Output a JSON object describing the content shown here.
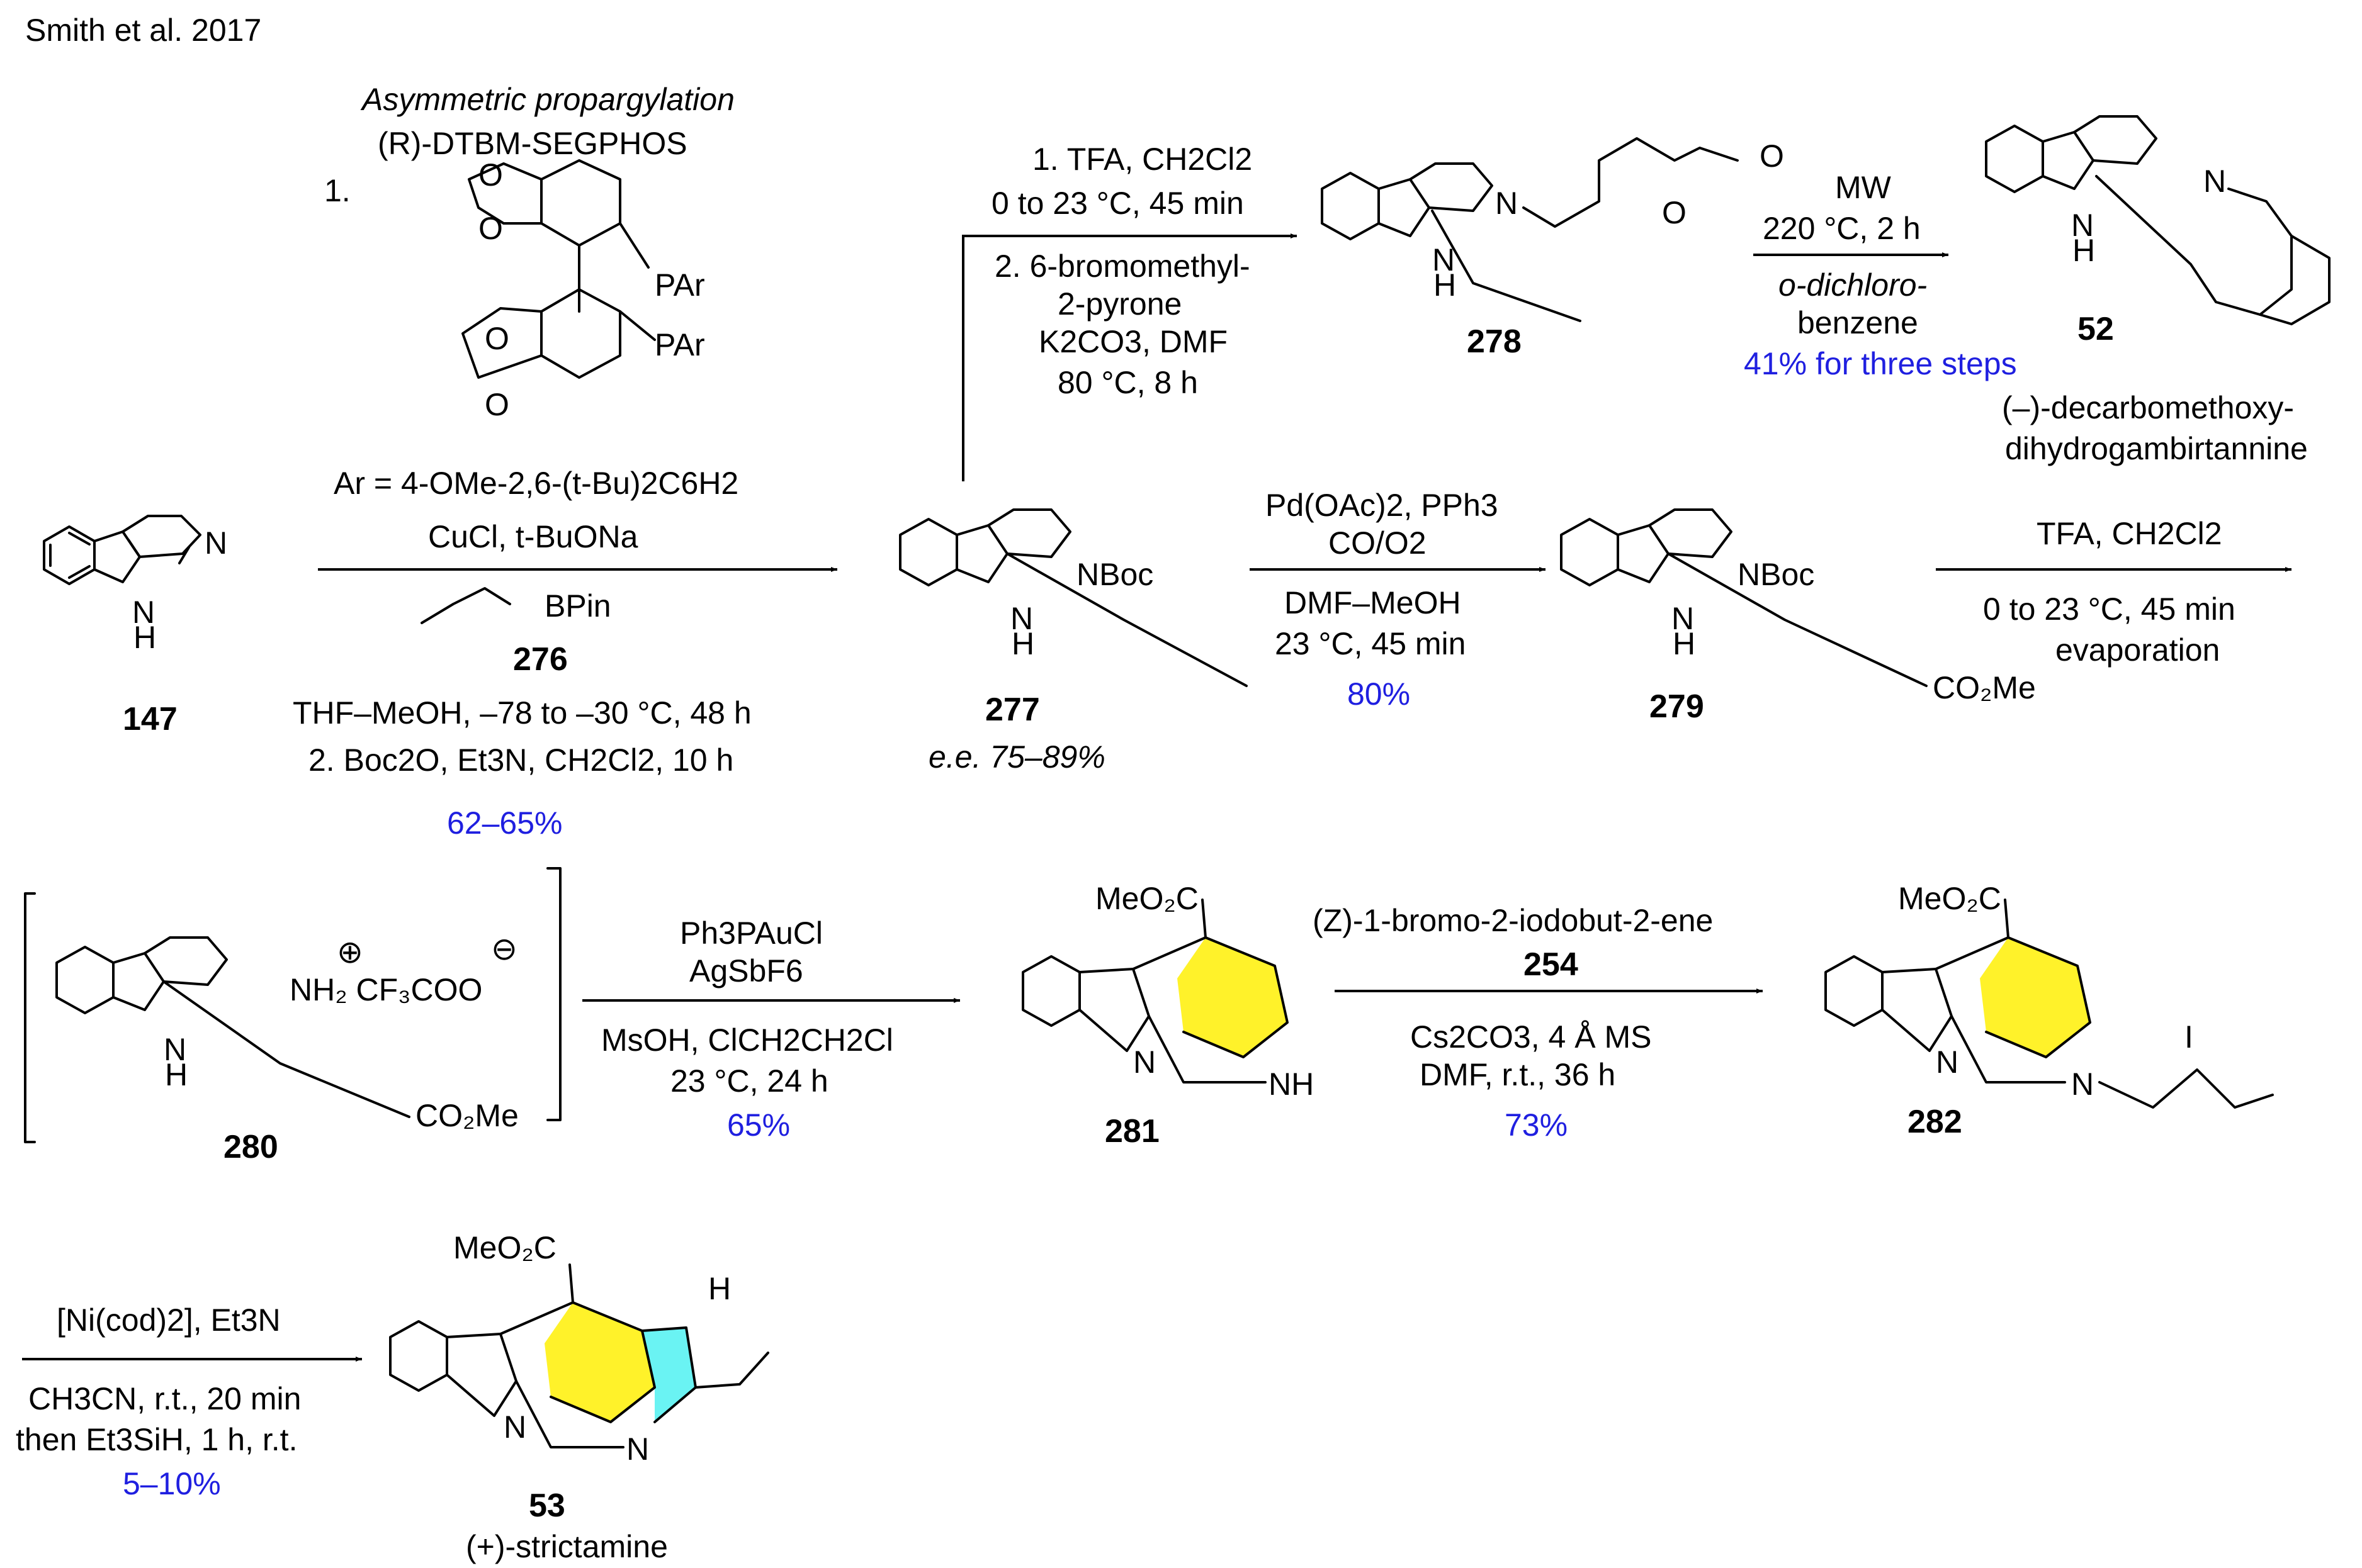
{
  "header": {
    "authors": "Smith et al.",
    "year": "2017"
  },
  "compounds": {
    "c147": "147",
    "c276": "276",
    "c277": "277",
    "c278": "278",
    "c52": "52",
    "c279": "279",
    "c280": "280",
    "c281": "281",
    "c282": "282",
    "c53": "53",
    "c254": "254"
  },
  "names": {
    "n52_line1": "(–)-decarbomethoxy-",
    "n52_line2": "dihydrogambirtannine",
    "n53": "(+)-strictamine",
    "ee277": "e.e. 75–89%"
  },
  "step1": {
    "title": "Asymmetric propargylation",
    "ligand": "(R)-DTBM-SEGPHOS",
    "num": "1.",
    "ar_def": "Ar = 4-OMe-2,6-(t-Bu)2C6H2",
    "base": "CuCl, t-BuONa",
    "bpin": "BPin",
    "solvent": "THF–MeOH, –78 to –30 °C, 48 h",
    "boc": "2. Boc2O, Et3N, CH2Cl2, 10 h",
    "yield": "62–65%"
  },
  "step278": {
    "l1": "1. TFA, CH2Cl2",
    "l2": "0 to 23 °C, 45 min",
    "l3": "2. 6-bromomethyl-",
    "l4": "2-pyrone",
    "l5": "K2CO3, DMF",
    "l6": "80 °C, 8 h"
  },
  "step52": {
    "l1": "MW",
    "l2": "220 °C, 2 h",
    "l3": "o-dichloro-",
    "l4": "benzene",
    "yield": "41% for three steps"
  },
  "step279": {
    "l1": "Pd(OAc)2, PPh3",
    "l2": "CO/O2",
    "l3": "DMF–MeOH",
    "l4": "23 °C, 45 min",
    "yield": "80%"
  },
  "step280": {
    "l1": "TFA, CH2Cl2",
    "l2": "0 to 23 °C, 45 min",
    "l3": "evaporation"
  },
  "step281": {
    "l1": "Ph3PAuCl",
    "l2": "AgSbF6",
    "l3": "MsOH, ClCH2CH2Cl",
    "l4": "23 °C, 24 h",
    "yield": "65%"
  },
  "step282": {
    "l1": "(Z)-1-bromo-2-iodobut-2-ene",
    "l3": "Cs2CO3, 4 Å MS",
    "l4": "DMF, r.t., 36 h",
    "yield": "73%"
  },
  "step53": {
    "l1": "[Ni(cod)2], Et3N",
    "l2": "CH3CN, r.t., 20 min",
    "l3": "then Et3SiH, 1 h, r.t.",
    "yield": "5–10%"
  },
  "colors": {
    "yield": "#1f1fe0",
    "highlight_ring": "#fff22a",
    "highlight_ring2": "#6af3f3"
  }
}
